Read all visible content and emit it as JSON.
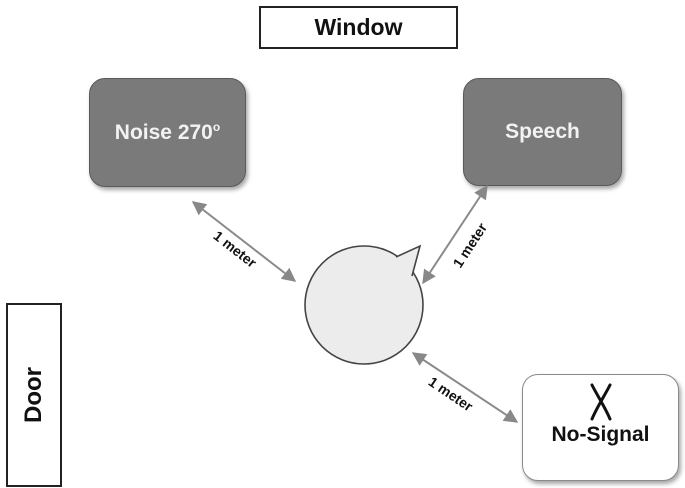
{
  "window": {
    "label": "Window"
  },
  "door": {
    "label": "Door"
  },
  "noise": {
    "label": "Noise 270",
    "superscript": "o"
  },
  "speech": {
    "label": "Speech"
  },
  "no_signal": {
    "label": "No-Signal",
    "icon": "x-mark-icon"
  },
  "distances": {
    "noise": "1 meter",
    "speech": "1 meter",
    "no_signal": "1 meter"
  },
  "colors": {
    "source_fill": "#7a7a7a",
    "listener_fill": "#ececec",
    "arrow": "#8a8a8a"
  }
}
